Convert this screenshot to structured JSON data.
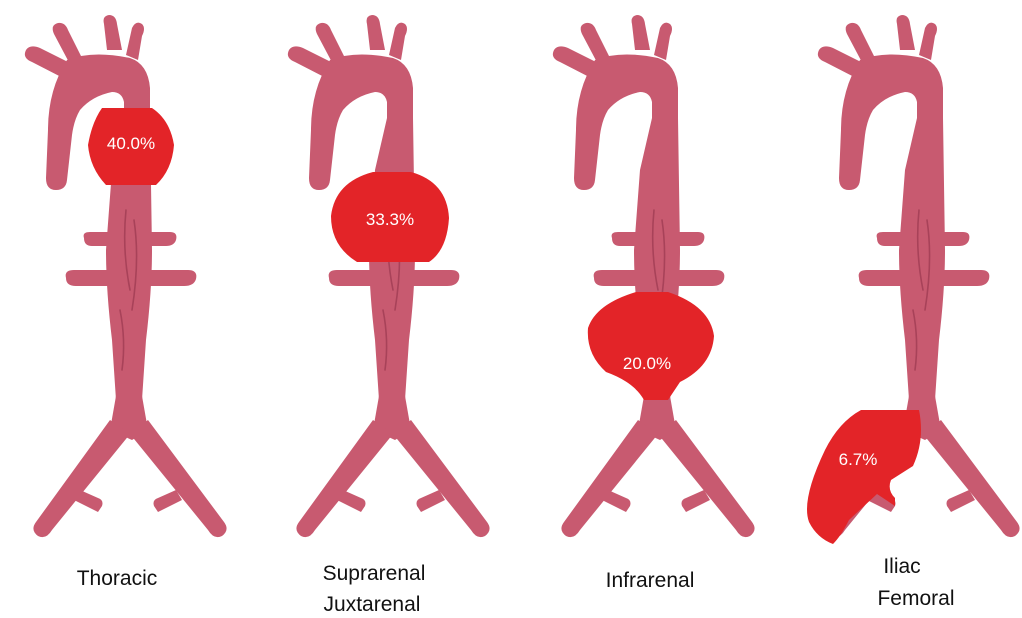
{
  "colors": {
    "vessel": "#c85a70",
    "aneurysm": "#e32428",
    "label_text": "#111111",
    "percent_text": "#ffffff"
  },
  "panels": [
    {
      "id": "thoracic",
      "label_lines": [
        "Thoracic"
      ],
      "percent": "40.0%",
      "value": 40.0
    },
    {
      "id": "suprarenal",
      "label_lines": [
        "Suprarenal",
        "Juxtarenal"
      ],
      "percent": "33.3%",
      "value": 33.3
    },
    {
      "id": "infrarenal",
      "label_lines": [
        "Infrarenal"
      ],
      "percent": "20.0%",
      "value": 20.0
    },
    {
      "id": "iliac",
      "label_lines": [
        "Iliac",
        "Femoral"
      ],
      "percent": "6.7%",
      "value": 6.7
    }
  ]
}
